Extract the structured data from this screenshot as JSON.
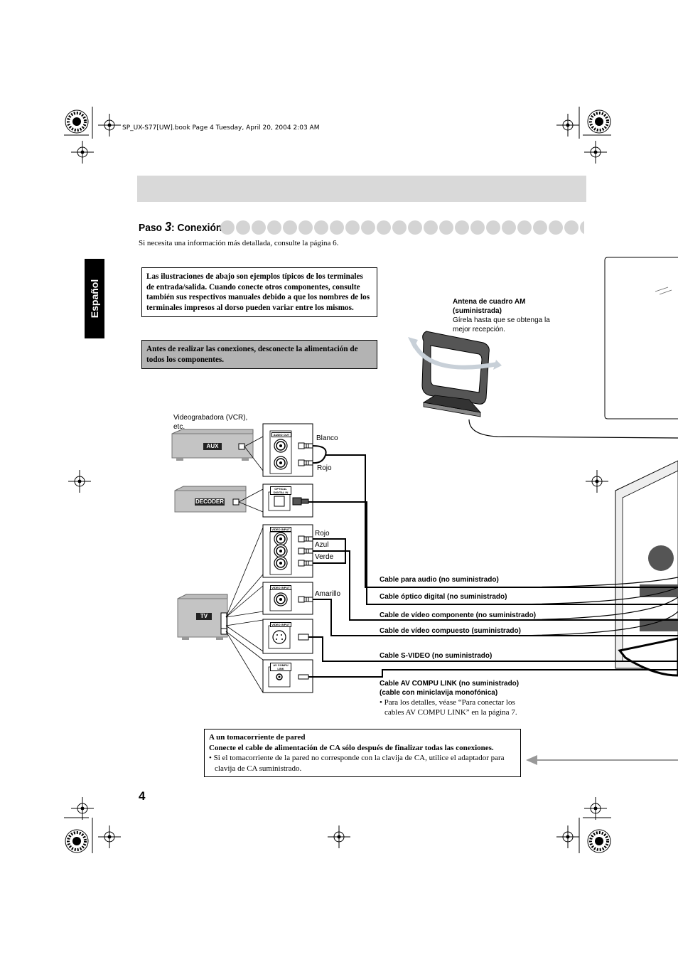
{
  "print_header": "SP_UX-S77[UW].book  Page 4  Tuesday, April 20, 2004  2:03 AM",
  "side_tab": "Español",
  "step": {
    "prefix": "Paso ",
    "number": "3",
    "title": ": Conexión"
  },
  "intro": "Si necesita una información más detallada, consulte la página 6.",
  "note_box": "Las ilustraciones de abajo son ejemplos típicos de los terminales de entrada/salida. Cuando conecte otros componentes, consulte también sus respectivos manuales debido a que los nombres de los terminales impresos al dorso pueden variar entre los mismos.",
  "warning_box": "Antes de realizar las conexiones, desconecte la alimentación de todos los componentes.",
  "antenna": {
    "title1": "Antena de cuadro AM",
    "title2": "(suministrada)",
    "desc1": "Gírela hasta que se obtenga la",
    "desc2": "mejor recepción."
  },
  "devices": {
    "vcr_caption1": "Videograbadora (VCR),",
    "vcr_caption2": "etc.",
    "aux": "AUX",
    "decoder": "DECODER",
    "tv": "TV"
  },
  "jack_labels": {
    "audio_out": "AUDIO OUT",
    "optical": "OPTICAL DIGITAL IN",
    "video_input": "VIDEO INPUT",
    "av_compu_link": "AV COMPU LINK"
  },
  "plug_colors": {
    "white": "Blanco",
    "red1": "Rojo",
    "red2": "Rojo",
    "blue": "Azul",
    "green": "Verde",
    "yellow": "Amarillo"
  },
  "cables": {
    "audio": "Cable para audio (no suministrado)",
    "optical": "Cable óptico digital (no suministrado)",
    "component": "Cable de vídeo componente (no suministrado)",
    "composite": "Cable de vídeo compuesto (suministrado)",
    "svideo": "Cable S-VIDEO (no suministrado)",
    "compulink1": "Cable AV COMPU LINK (no suministrado)",
    "compulink2": "(cable con miniclavija monofónica)",
    "compulink_note1": "• Para los detalles, véase “Para conectar los",
    "compulink_note2": "cables AV COMPU LINK” en la página 7."
  },
  "wall": {
    "title": "A un tomacorriente de pared",
    "instruction": "Conecte el cable de alimentación de CA sólo después de finalizar todas las conexiones.",
    "bullet": "• Si el tomacorriente de la pared no corresponde con la clavija de CA, utilice el adaptador para clavija de CA suministrado."
  },
  "page_number": "4"
}
